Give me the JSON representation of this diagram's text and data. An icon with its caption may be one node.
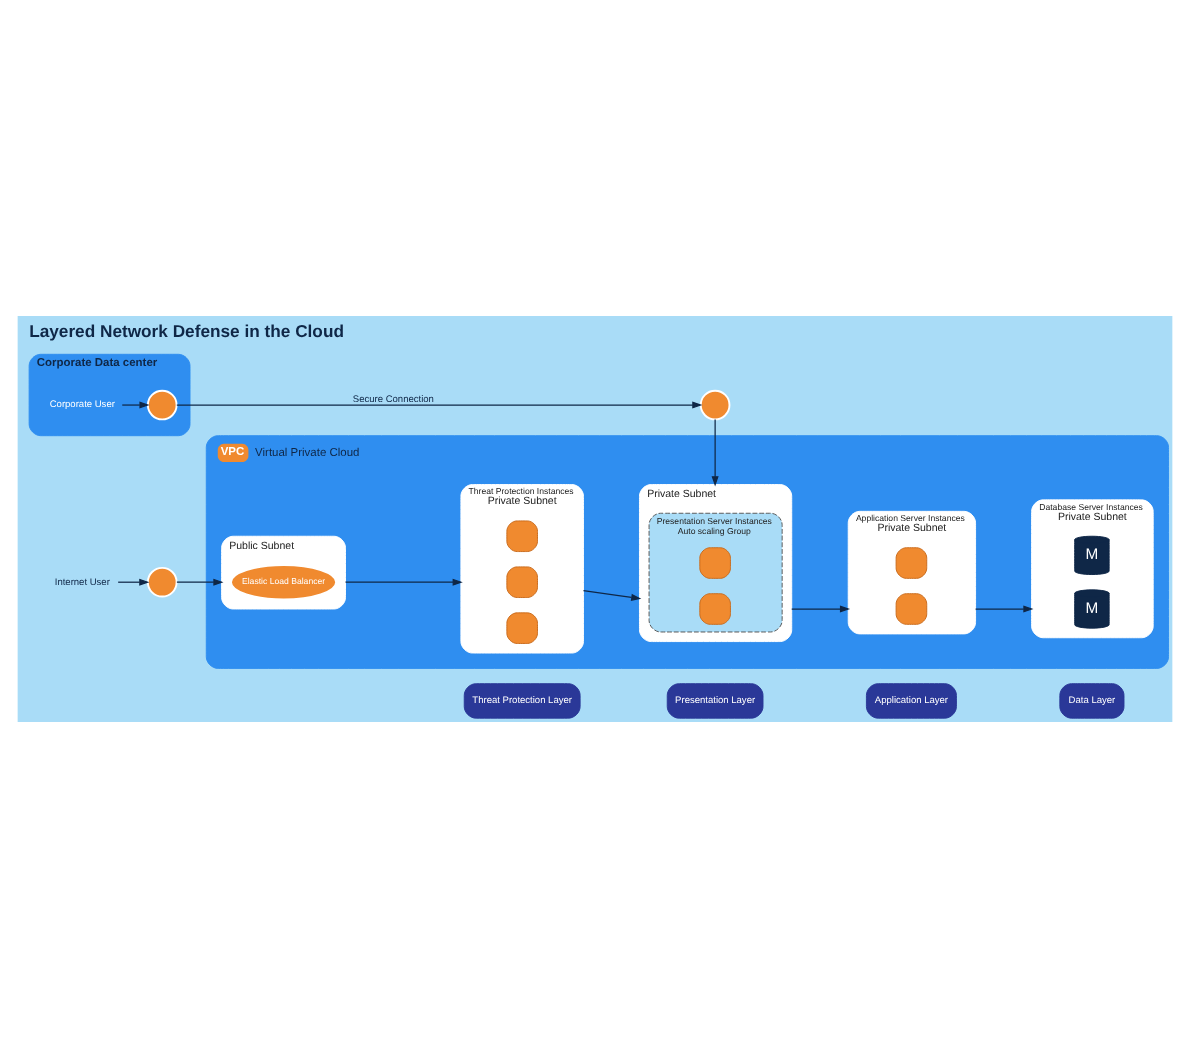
{
  "diagram": {
    "title": "Layered Network Defense in the Cloud",
    "nodes": [
      {
        "text": [
          "Corporate Data center"
        ]
      },
      {
        "text": [
          "Corporate User"
        ],
        "in": 0
      },
      {
        "text": [],
        "shape": "circle",
        "in": 0
      },
      {
        "text": [],
        "shape": "circle"
      },
      {
        "text": [
          "VPC",
          "Virtual Private Cloud"
        ]
      },
      {
        "text": [
          "Internet User"
        ]
      },
      {
        "text": [],
        "shape": "circle"
      },
      {
        "text": [
          "Public Subnet"
        ],
        "in": 4
      },
      {
        "text": [
          "Elastic Load Balancer"
        ],
        "in": 7
      },
      {
        "text": [
          "Threat Protection Instances",
          "Private Subnet"
        ],
        "in": 4
      },
      {
        "text": [],
        "shape": "box",
        "in": 9
      },
      {
        "text": [],
        "shape": "box",
        "in": 9
      },
      {
        "text": [],
        "shape": "box",
        "in": 9
      },
      {
        "text": [
          "Private Subnet"
        ],
        "in": 4
      },
      {
        "text": [
          "Presentation Server Instances",
          "Auto scaling Group"
        ],
        "in": 13
      },
      {
        "text": [],
        "shape": "box",
        "in": 14
      },
      {
        "text": [],
        "shape": "box",
        "in": 14
      },
      {
        "text": [
          "Application Server Instances",
          "Private Subnet"
        ],
        "in": 4
      },
      {
        "text": [],
        "shape": "box",
        "in": 17
      },
      {
        "text": [],
        "shape": "box",
        "in": 17
      },
      {
        "text": [
          "Database Server Instances",
          "Private Subnet"
        ],
        "in": 4
      },
      {
        "text": [
          "M"
        ],
        "in": 20
      },
      {
        "text": [
          "M"
        ],
        "in": 20
      },
      {
        "text": [
          "Threat Protection Layer"
        ]
      },
      {
        "text": [
          "Presentation Layer"
        ]
      },
      {
        "text": [
          "Application Layer"
        ]
      },
      {
        "text": [
          "Data Layer"
        ]
      }
    ],
    "edges": [
      {
        "from": 1,
        "to": 2,
        "arrow": "to"
      },
      {
        "from": 2,
        "to": 3,
        "arrow": "to",
        "label": "Secure Connection"
      },
      {
        "from": 3,
        "to": 13,
        "arrow": "to"
      },
      {
        "from": 5,
        "to": 6,
        "arrow": "to"
      },
      {
        "from": 6,
        "to": 7,
        "arrow": "to"
      },
      {
        "from": 7,
        "to": 9,
        "arrow": "to"
      },
      {
        "from": 9,
        "to": 13,
        "arrow": "to"
      },
      {
        "from": 13,
        "to": 17,
        "arrow": "to"
      },
      {
        "from": 17,
        "to": 20,
        "arrow": "to"
      }
    ]
  }
}
